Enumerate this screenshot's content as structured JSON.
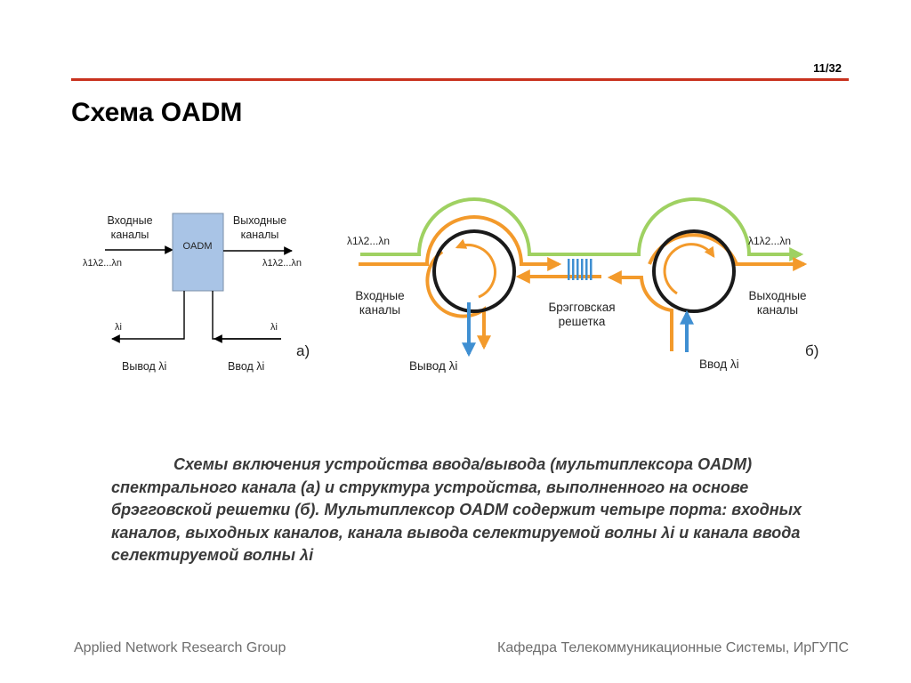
{
  "slide": {
    "page_number": "11/32",
    "title": "Схема OADM"
  },
  "diagram_a": {
    "input_label_line1": "Входные",
    "input_label_line2": "каналы",
    "box_label": "OADM",
    "output_label_line1": "Выходные",
    "output_label_line2": "каналы",
    "input_lambdas": "λ1λ2...λn",
    "output_lambdas": "λ1λ2...λn",
    "drop_lambda": "λi",
    "add_lambda": "λi",
    "drop_label": "Вывод λi",
    "add_label": "Ввод λi",
    "marker": "а)"
  },
  "diagram_b": {
    "input_lambdas": "λ1λ2...λn",
    "output_lambdas": "λ1λ2...λn",
    "input_label_line1": "Входные",
    "input_label_line2": "каналы",
    "grating_label_line1": "Брэгговская",
    "grating_label_line2": "решетка",
    "output_label_line1": "Выходные",
    "output_label_line2": "каналы",
    "drop_label": "Вывод λi",
    "add_label": "Ввод λi",
    "marker": "б)"
  },
  "caption": "Схемы включения устройства ввода/вывода (мультиплексора OADM) спектрального канала (а) и структура устройства, выполненного на основе брэгговской решетки (б). Мультиплексор OADM содержит четыре порта: входных каналов, выходных каналов, канала вывода селектируемой волны λi и канала ввода селектируемой волны λi",
  "footer": {
    "left": "Applied Network Research Group",
    "right": "Кафедра Телекоммуникационные Системы, ИрГУПС"
  },
  "colors": {
    "accent_line": "#c8321e",
    "box_fill": "#a9c4e6",
    "green_path": "#9fd162",
    "orange_path": "#f39a2b",
    "blue_path": "#3f8fd2"
  }
}
